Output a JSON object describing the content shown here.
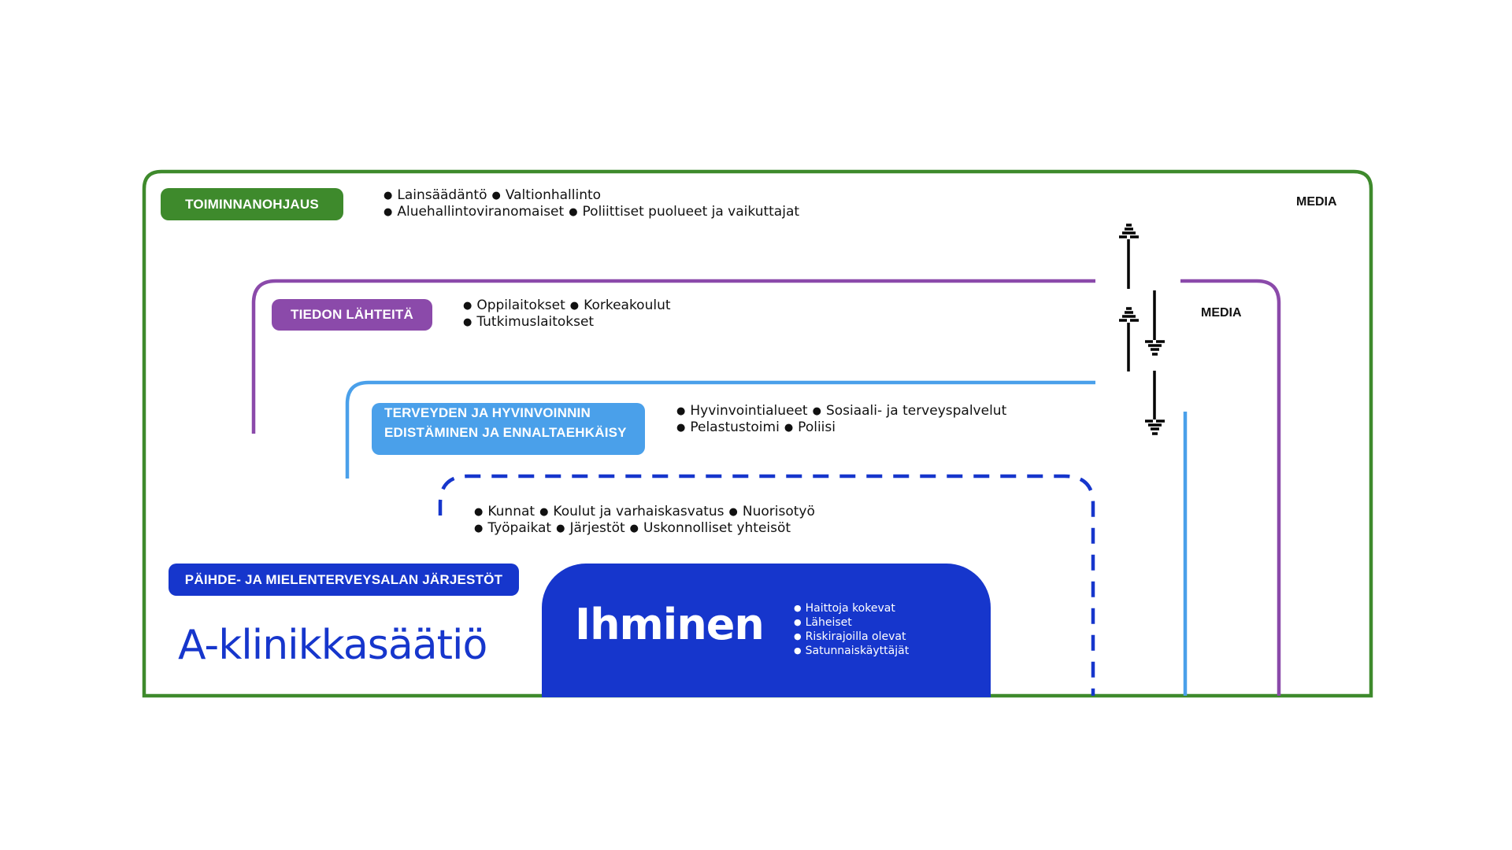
{
  "colors": {
    "policy_green": "#3e8a2c",
    "knowledge_purple": "#8b4aaa",
    "health_light_blue": "#4aa0ea",
    "org_dark_blue": "#1636cc",
    "arrow_black": "#000000"
  },
  "layers": {
    "policy": {
      "label": "TOIMINNANOHJAUS",
      "items_row1": [
        "Lainsäädäntö",
        "Valtionhallinto"
      ],
      "items_row2": [
        "Aluehallintoviranomaiset",
        "Poliittiset puolueet ja vaikuttajat"
      ],
      "media_label": "MEDIA"
    },
    "knowledge": {
      "label": "TIEDON LÄHTEITÄ",
      "items_row1": [
        "Oppilaitokset",
        "Korkeakoulut"
      ],
      "items_row2": [
        "Tutkimuslaitokset"
      ],
      "media_label": "MEDIA"
    },
    "health": {
      "label_line1": "TERVEYDEN JA HYVINVOINNIN",
      "label_line2": "EDISTÄMINEN JA ENNALTAEHKÄISY",
      "items_row1": [
        "Hyvinvointialueet",
        "Sosiaali- ja terveyspalvelut"
      ],
      "items_row2": [
        "Pelastustoimi",
        "Poliisi"
      ]
    },
    "community": {
      "items_row1": [
        "Kunnat",
        "Koulut ja varhaiskasvatus",
        "Nuorisotyö"
      ],
      "items_row2": [
        "Työpaikat",
        "Järjestöt",
        "Uskonnolliset yhteisöt"
      ]
    },
    "organizations": {
      "label": "PÄIHDE- JA MIELENTERVEYSALAN JÄRJESTÖT",
      "logo_text": "A-klinikkasäätiö"
    },
    "person": {
      "title": "Ihminen",
      "items": [
        "Haittoja kokevat",
        "Läheiset",
        "Riskirajoilla olevat",
        "Satunnaiskäyttäjät"
      ]
    }
  },
  "arrows": [
    {
      "name": "arrow-up-icon",
      "direction": "up"
    },
    {
      "name": "arrow-up-icon",
      "direction": "up"
    },
    {
      "name": "arrow-down-icon",
      "direction": "down"
    },
    {
      "name": "arrow-down-icon",
      "direction": "down"
    }
  ]
}
